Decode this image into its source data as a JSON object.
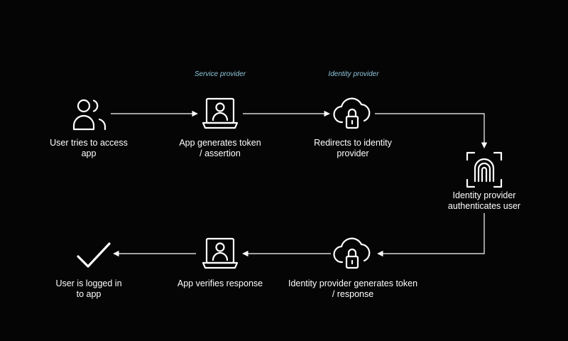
{
  "tags": {
    "service_provider": "Service provider",
    "identity_provider": "Identity provider"
  },
  "steps": [
    {
      "label": "User tries to access\napp",
      "icon": "users-icon"
    },
    {
      "label": "App generates token\n/ assertion",
      "icon": "laptop-user-icon"
    },
    {
      "label": "Redirects to identity\nprovider",
      "icon": "cloud-lock-icon"
    },
    {
      "label": "Identity provider\nauthenticates user",
      "icon": "fingerprint-scan-icon"
    },
    {
      "label": "Identity provider generates token\n/ response",
      "icon": "cloud-lock-icon"
    },
    {
      "label": "App verifies response",
      "icon": "laptop-user-icon"
    },
    {
      "label": "User is logged in\nto app",
      "icon": "checkmark-icon"
    }
  ],
  "colors": {
    "background": "#050505",
    "foreground": "#ffffff",
    "tag": "#8fc6dd"
  }
}
